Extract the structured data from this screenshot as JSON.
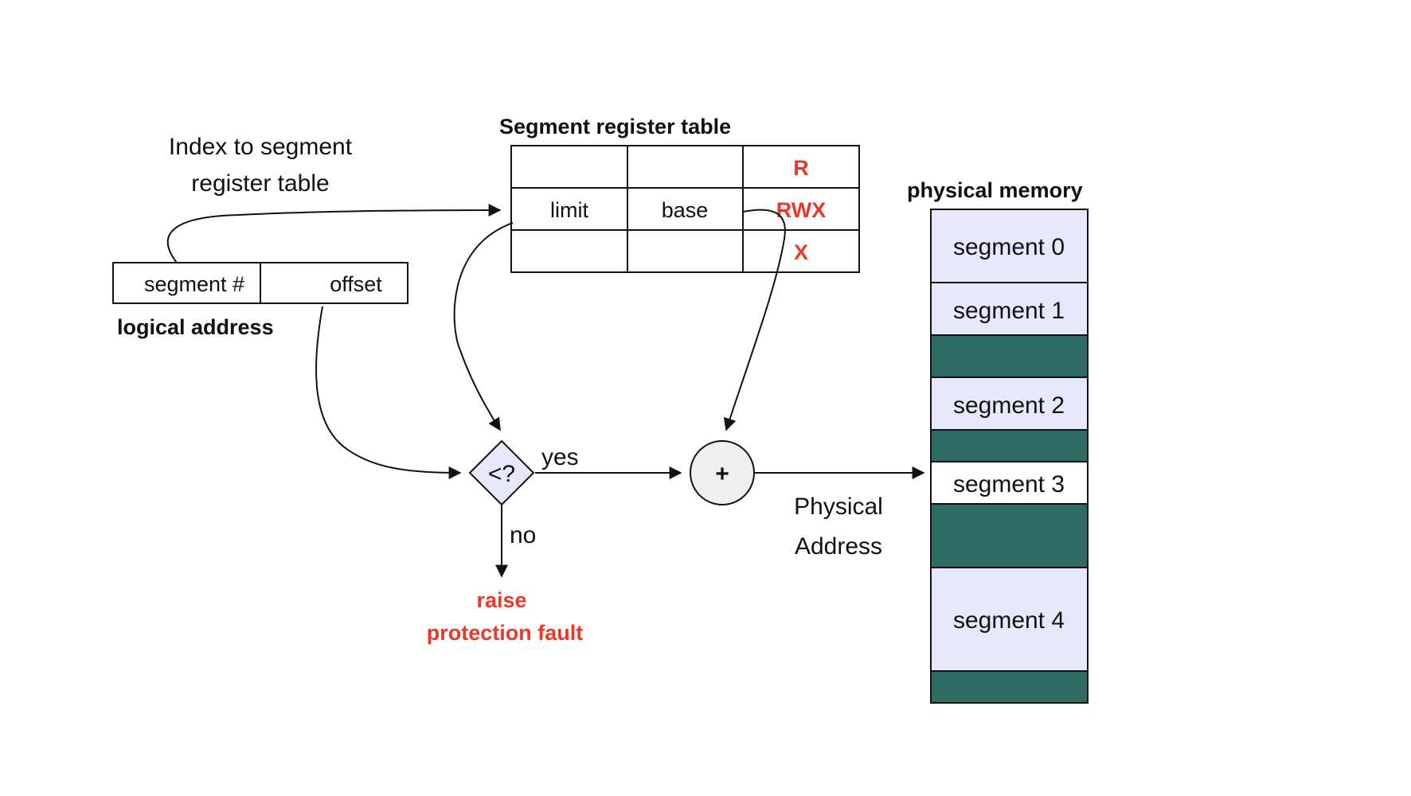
{
  "labels": {
    "index_note_line1": "Index to segment",
    "index_note_line2": "register table",
    "seg_table_title": "Segment register table",
    "logical_address_title": "logical address",
    "physical_memory_title": "physical memory",
    "yes": "yes",
    "no": "no",
    "compare_symbol": "<?",
    "adder_symbol": "+",
    "physical_address_line1": "Physical",
    "physical_address_line2": "Address",
    "fault_line1": "raise",
    "fault_line2": "protection fault"
  },
  "logical_address": {
    "segment_field": "segment #",
    "offset_field": "offset"
  },
  "segment_table": {
    "rows": [
      {
        "limit": "",
        "base": "",
        "perm": "R"
      },
      {
        "limit": "limit",
        "base": "base",
        "perm": "RWX"
      },
      {
        "limit": "",
        "base": "",
        "perm": "X"
      }
    ]
  },
  "physical_memory": {
    "blocks": [
      {
        "label": "segment 0",
        "kind": "segment"
      },
      {
        "label": "segment 1",
        "kind": "segment"
      },
      {
        "label": "",
        "kind": "free"
      },
      {
        "label": "segment 2",
        "kind": "segment"
      },
      {
        "label": "",
        "kind": "free"
      },
      {
        "label": "segment 3",
        "kind": "segment-white"
      },
      {
        "label": "",
        "kind": "free"
      },
      {
        "label": "segment 4",
        "kind": "segment"
      },
      {
        "label": "",
        "kind": "free"
      }
    ]
  },
  "colors": {
    "segment_fill": "#e8e8fc",
    "free_fill": "#2e6b62",
    "accent_red": "#e8392a",
    "adder_fill": "#efefef",
    "compare_fill": "#e8e8fc"
  }
}
